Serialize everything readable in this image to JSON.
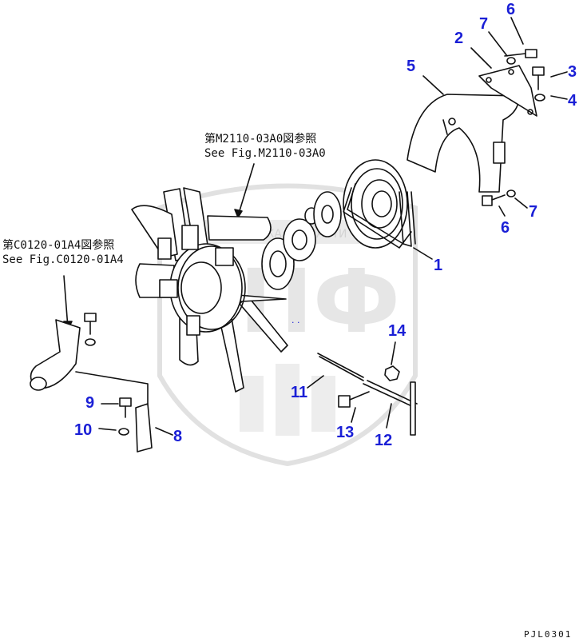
{
  "notes": {
    "ref_fan_jp": "第M2110-03A0図参照",
    "ref_fan_en": "See Fig.M2110-03A0",
    "ref_pipe_jp": "第C0120-01A4図参照",
    "ref_pipe_en": "See Fig.C0120-01A4"
  },
  "watermark": {
    "text": "ЭПФ",
    "subtitle": "ТЕХНИКА ЗАПЧАСТИ"
  },
  "callouts": {
    "c1": "1",
    "c2": "2",
    "c3": "3",
    "c4": "4",
    "c5": "5",
    "c6_top": "6",
    "c6_bottom": "6",
    "c7_top": "7",
    "c7_bottom": "7",
    "c8": "8",
    "c9": "9",
    "c10": "10",
    "c11": "11",
    "c12": "12",
    "c13": "13",
    "c14": "14"
  },
  "drawing_code": "PJL0301",
  "colors": {
    "callout": "#1a1fd6",
    "line": "#111111",
    "watermark": "#c8c8c8"
  }
}
